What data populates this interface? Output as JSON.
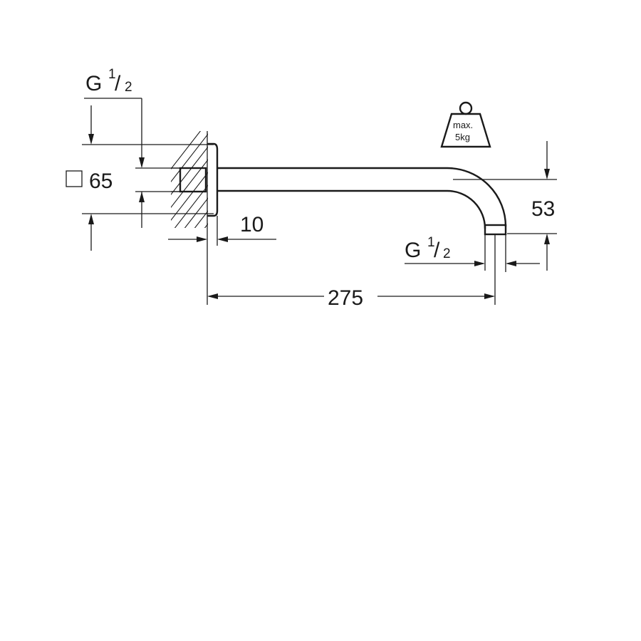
{
  "diagram": {
    "inlet_thread": {
      "letter": "G",
      "numerator": "1",
      "slash": "/",
      "denominator": "2"
    },
    "outlet_thread": {
      "letter": "G",
      "numerator": "1",
      "slash": "/",
      "denominator": "2"
    },
    "rosette_size": {
      "symbol": "□",
      "value": "65"
    },
    "rosette_depth": "10",
    "arm_length": "275",
    "drop_height": "53",
    "max_load": {
      "line1": "max.",
      "line2": "5kg",
      "icon": "weight-icon"
    }
  }
}
